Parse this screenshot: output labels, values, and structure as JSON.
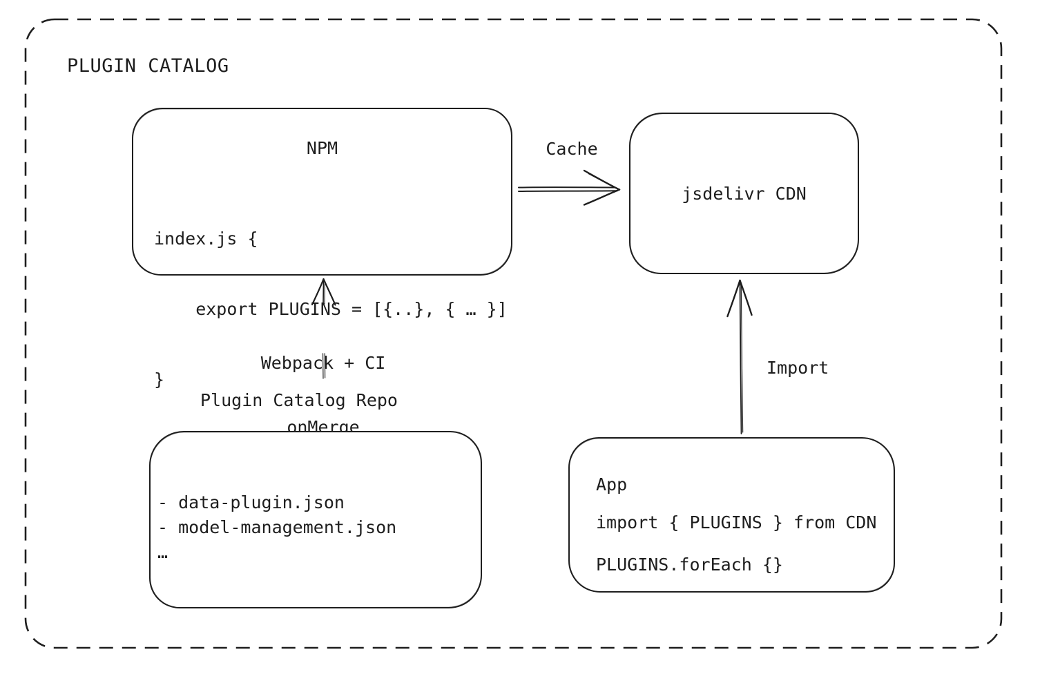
{
  "title": "PLUGIN CATALOG",
  "colors": {
    "stroke": "#1e1e1e",
    "background": "#ffffff"
  },
  "nodes": {
    "npm": {
      "title": "NPM",
      "code": [
        "index.js {",
        "    export PLUGINS = [{..}, { … }]",
        "}"
      ]
    },
    "cdn": {
      "label": "jsdelivr CDN"
    },
    "repo": {
      "label": "Plugin Catalog Repo",
      "files": [
        "- data-plugin.json",
        "- model-management.json",
        "…"
      ]
    },
    "app": {
      "title": "App",
      "code": [
        "import { PLUGINS } from CDN",
        "PLUGINS.forEach {}"
      ]
    }
  },
  "edges": {
    "cache": {
      "label": "Cache",
      "from": "NPM",
      "to": "jsdelivr CDN"
    },
    "build": {
      "label": [
        "Webpack + CI",
        "onMerge"
      ],
      "from": "Plugin Catalog Repo",
      "to": "NPM"
    },
    "import": {
      "label": "Import",
      "from": "App",
      "to": "jsdelivr CDN"
    }
  }
}
